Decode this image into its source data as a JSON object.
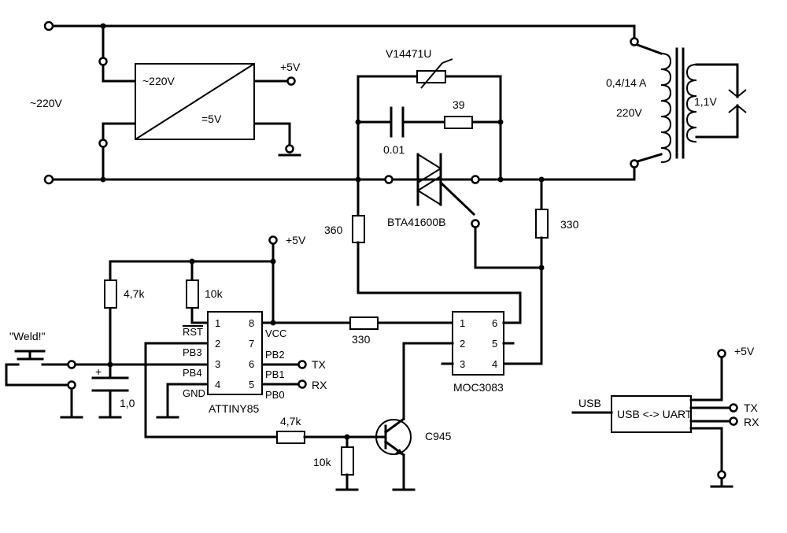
{
  "mains_label": "~220V",
  "psu": {
    "in": "~220V",
    "out": "=5V"
  },
  "plus5v": "+5V",
  "varistor": "V14471U",
  "snubber_r": "39",
  "snubber_c": "0.01",
  "triac": "BTA41600B",
  "transformer": {
    "rating": "0,4/14 A",
    "primary_v": "220V",
    "secondary_v": "1,1V"
  },
  "r_gate_left": "360",
  "r_gate_right": "330",
  "r_cap_pullup": "4,7k",
  "r_rst_pullup": "10k",
  "button": "\"Weld!\"",
  "cap_plus": "+",
  "cap_value": "1,0",
  "attiny": {
    "name": "ATTINY85",
    "p1": "1",
    "p2": "2",
    "p3": "3",
    "p4": "4",
    "p5": "5",
    "p6": "6",
    "p7": "7",
    "p8": "8",
    "rst": "RST",
    "pb3": "PB3",
    "pb4": "PB4",
    "gnd": "GND",
    "vcc": "VCC",
    "pb2": "PB2",
    "pb1": "PB1",
    "pb0": "PB0"
  },
  "r_led": "330",
  "moc": {
    "name": "MOC3083",
    "p1": "1",
    "p2": "2",
    "p3": "3",
    "p4": "4",
    "p5": "5",
    "p6": "6"
  },
  "tx": "TX",
  "rx": "RX",
  "r_base": "4,7k",
  "r_base_pulldown": "10k",
  "transistor": "C945",
  "usb_label": "USB",
  "usb_uart": "USB <-> UART"
}
